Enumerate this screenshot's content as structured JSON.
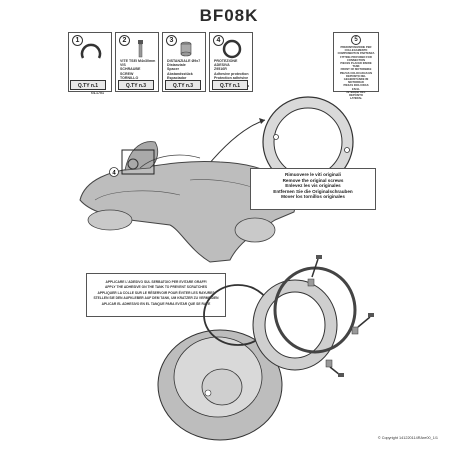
{
  "title": "BF08K",
  "parts": [
    {
      "num": "1",
      "code": "GL1701",
      "qty": "Q.TY n.1"
    },
    {
      "num": "2",
      "code": "VITE TSEI M4x30mm\nVIS\nSCHRAUBE\nSCREW\nTORNILLO",
      "qty": "Q.TY n.3"
    },
    {
      "num": "3",
      "code": "DISTANZIALE Ø9x7\nDistanziale\nSpacer\nAbstandsstück\nEspaciador",
      "qty": "Q.TY n.3"
    },
    {
      "num": "4",
      "code": "PROTEZIONE ADESIVA\nZ9516R\nAdhesive protection\nProtection adhésive\nKlebeschutz\nProtección adhesiva",
      "qty": "Q.TY n.1"
    }
  ],
  "info_box": {
    "num": "5",
    "lines": "PREDISPOSIZIONE PER COLLEGAMENTO\nCOMPONENTI IN PARTENZA\nFITTING PROVIDED FOR\nCONNECTION\nPIECES PLACED INSIDE TANK\nFRONT OF MOTORBIKE\nPIEZAS COLOCADAS EN\nDEPOSITO DEL\nGEGENSTÄNDE IM\nMOTORRAD\nPIEZAS INCLUIDAS\nEN EL\nINTERIOR DEL\nDEPÓSITO\nLATERAL"
  },
  "step1_caption": [
    "Rimuovere le viti originali",
    "Remove the original screws",
    "Enlevez  les vis originales",
    "Entfernen Sie die Originalschrauben",
    "Mover los tornillos originales"
  ],
  "step2_caption": [
    "APPLICARE L'ADESIVO SUL SERBATOIO PER EVITARE GRAFFI",
    "APPLY THE ADHESIVE ON THE TANK TO PREVENT SCRATCHES",
    "APPLIQUER LA COLLE SUR LE RÉSERVOIR POUR ÉVITER LES RAYURES",
    "STELLEN SIE DEN AUFKLEBER AUF DEM TANK, UM KRATZER ZU VERMEIDEN",
    "APLICAR EL ADHESIVO EN EL TANQUE PARA EVITAR QUE SE RAYE"
  ],
  "callout_num": "4",
  "footer": "© Copyright 141220114RAre00_1/1",
  "colors": {
    "line": "#333333",
    "fill_gray": "#b8b8b8",
    "fill_light": "#d9d9d9",
    "border": "#555555"
  }
}
